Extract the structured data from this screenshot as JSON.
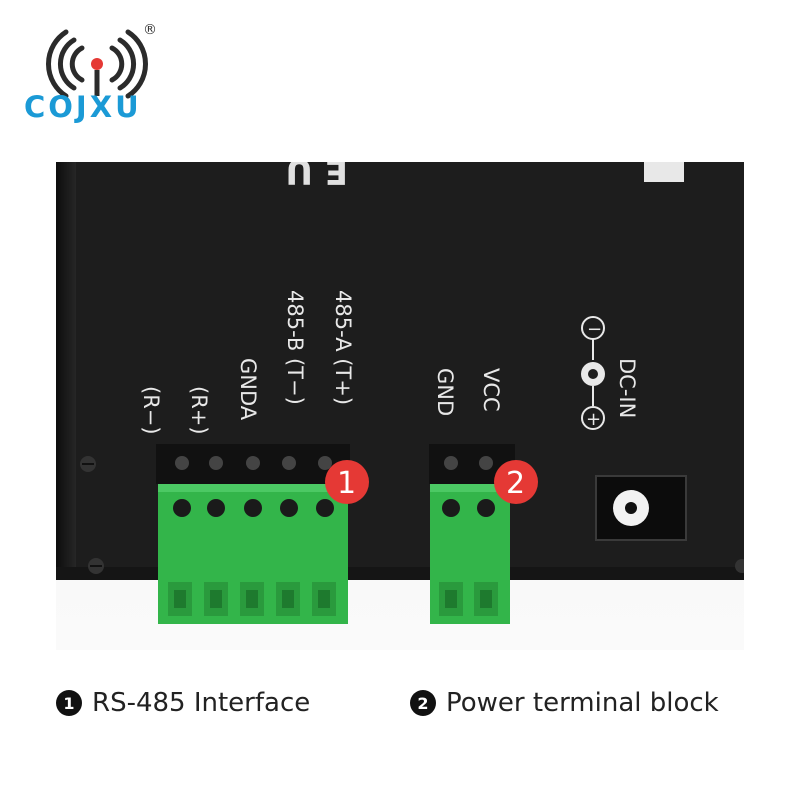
{
  "brand": {
    "name": "COJXU",
    "registered": "®"
  },
  "product_labels": {
    "rs485_pins": [
      "(R−)",
      "(R+)",
      "GNDA",
      "485-B  (T−)",
      "485-A  (T+)"
    ],
    "power_pins": [
      "GND",
      "VCC"
    ],
    "dc_in": "DC-IN",
    "minus": "−",
    "plus": "+"
  },
  "markers": {
    "first": "1",
    "second": "2"
  },
  "captions": [
    {
      "number": "1",
      "text": "RS-485 Interface"
    },
    {
      "number": "2",
      "text": "Power terminal block"
    }
  ],
  "colors": {
    "brand_blue": "#1b9ad6",
    "housing": "#1d1d1d",
    "terminal_green": "#33b54a",
    "marker_red": "#e53935"
  }
}
